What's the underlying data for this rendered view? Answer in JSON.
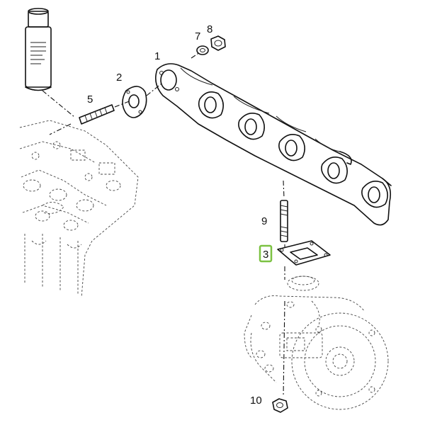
{
  "callouts": {
    "c1": "1",
    "c2": "2",
    "c3": "3",
    "c5": "5",
    "c7": "7",
    "c8": "8",
    "c9": "9",
    "c10": "10"
  },
  "highlight": {
    "part": "3",
    "color": "#7cc242"
  },
  "icons": {
    "sealant_tube": "sealant-tube-icon"
  }
}
